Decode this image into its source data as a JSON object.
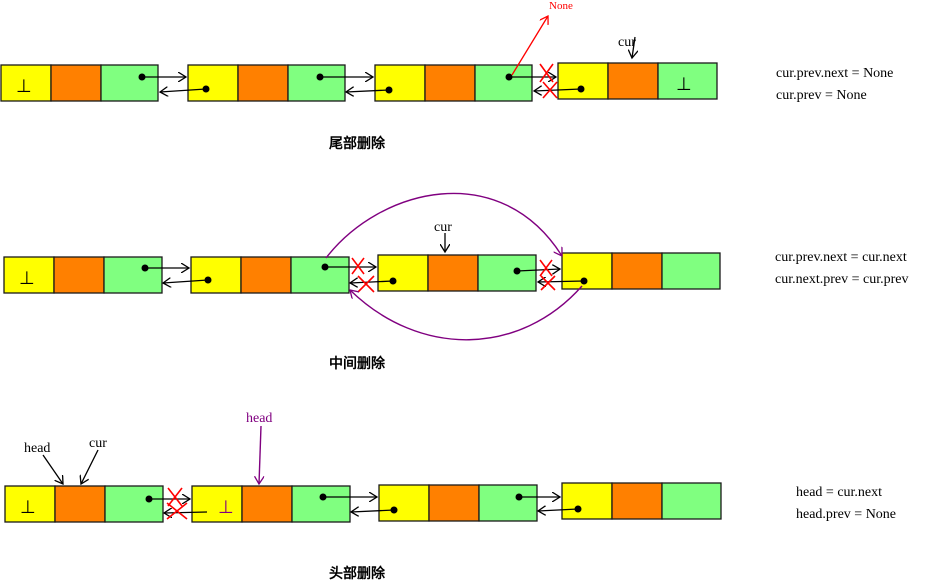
{
  "colors": {
    "prev": "#ffff00",
    "data": "#ff8000",
    "next": "#80ff80",
    "border": "#1a1a1a",
    "arrow": "#000000",
    "cross": "#ff0000",
    "none_arrow": "#ff0000",
    "curve": "#800080",
    "head_new": "#800080"
  },
  "null_symbol": "⊥",
  "tail": {
    "caption": "尾部删除",
    "none_label": "None",
    "cur_label": "cur",
    "code": [
      "cur.prev.next = None",
      "cur.prev = None"
    ]
  },
  "middle": {
    "caption": "中间删除",
    "cur_label": "cur",
    "code": [
      "cur.prev.next = cur.next",
      "cur.next.prev = cur.prev"
    ]
  },
  "head": {
    "caption": "头部删除",
    "head_label": "head",
    "cur_label": "cur",
    "new_head_label": "head",
    "code": [
      "head = cur.next",
      "head.prev = None"
    ]
  }
}
